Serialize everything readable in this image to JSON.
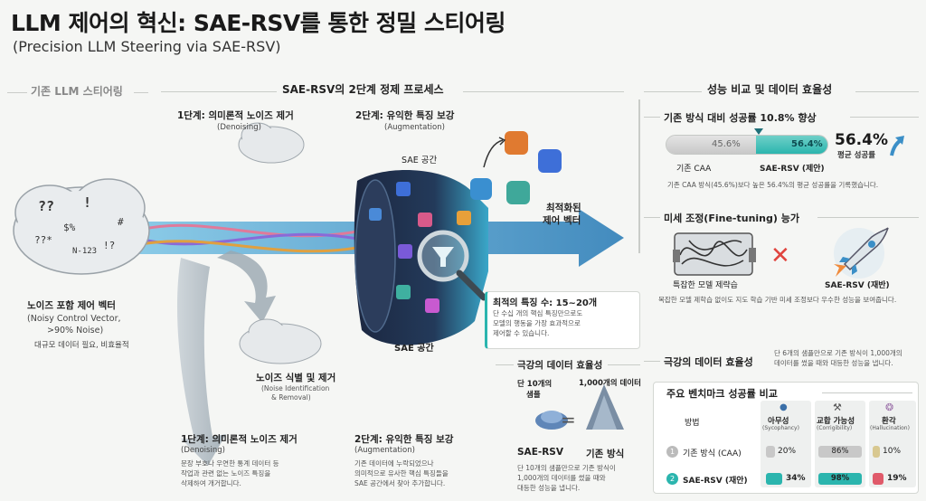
{
  "title": "LLM 제어의 혁신: SAE-RSV를 통한 정밀 스티어링",
  "subtitle": "(Precision LLM Steering via SAE-RSV)",
  "left": {
    "heading": "기존 LLM 스티어링",
    "noise_vector_label": "노이즈 포함 제어 벡터",
    "noise_vector_en_1": "(Noisy Control Vector,",
    "noise_vector_en_2": ">90% Noise)",
    "noise_vector_desc": "대규모 데이터 필요, 비효율적"
  },
  "middle": {
    "heading": "SAE-RSV의 2단계 정제 프로세스",
    "step1_top_title": "1단계: 의미론적 노이즈 제거",
    "step1_top_en": "(Denoising)",
    "step2_top_title": "2단계: 유익한 특징 보강",
    "step2_top_en": "(Augmentation)",
    "sae_space_top": "SAE 공간",
    "sae_space_bottom": "SAE 공간",
    "optimized_label_1": "최적화된",
    "optimized_label_2": "제어 벡터",
    "noise_id_title": "노이즈 식별 및 제거",
    "noise_id_en_1": "(Noise Identification",
    "noise_id_en_2": "& Removal)",
    "feature_count_title": "최적의 특징 수: 15~20개",
    "feature_count_desc_1": "단 수십 개의 핵심 특징만으로도",
    "feature_count_desc_2": "모델의 행동을 가장 효과적으로",
    "feature_count_desc_3": "제어할 수 있습니다.",
    "step1_bottom_title": "1단계: 의미론적 노이즈 제거",
    "step1_bottom_en": "(Denoising)",
    "step1_bottom_desc_1": "문장 부호나 우연한 통계 데이터 등",
    "step1_bottom_desc_2": "작업과 관련 없는 노이즈 특징을",
    "step1_bottom_desc_3": "삭제하여 개거합니다.",
    "step2_bottom_title": "2단계: 유익한 특징 보강",
    "step2_bottom_en": "(Augmentation)",
    "step2_bottom_desc_1": "기존 데이터에 누락되었으나",
    "step2_bottom_desc_2": "의미적으로 유사한 핵심 특징들을",
    "step2_bottom_desc_3": "SAE 공간에서 찾아 추가합니다.",
    "data_eff_heading": "극강의 데이터 효율성",
    "ten_samples_1": "단 10개의",
    "ten_samples_2": "샘플",
    "thousand_data": "1,000개의 데이터",
    "equals": "=",
    "sae_rsv_label": "SAE-RSV",
    "baseline_label": "기존 방식",
    "data_eff_desc_1": "단 10개의 샘플만으로 기존 방식이",
    "data_eff_desc_2": "1,000개의 데이터를 썼을 때와",
    "data_eff_desc_3": "대등한 성능을 냅니다."
  },
  "right": {
    "heading": "성능 비교 및 데이터 효율성",
    "success_heading": "기존 방식 대비 성공률 10.8% 향상",
    "bar_baseline_value": "45.6%",
    "bar_sae_value": "56.4%",
    "bar_baseline_pct": 45.6,
    "bar_sae_pct": 56.4,
    "big_value": "56.4%",
    "big_value_sub": "평균 성공률",
    "bar_label_baseline": "기존 CAA",
    "bar_label_sae": "SAE-RSV (제안)",
    "success_desc": "기존 CAA 방식(45.6%)보다 높은 56.4%의 평균 성공률을 기록했습니다.",
    "finetune_heading": "미세 조정(Fine-tuning) 능가",
    "finetune_left_label": "특잡한 모델 제략습",
    "finetune_right_label": "SAE-RSV (재반)",
    "finetune_desc": "복잡한 모델 제학습 없이도 지도 학습 기반 미세 조정보다 우수한 성능을 보여줍니다.",
    "data_eff_heading": "극강의 데이터 효율성",
    "data_eff_desc_1": "단 6개의 샘플만으로 기존 방식이 1,000개의",
    "data_eff_desc_2": "데이터를 썼을 때와 대등한 성능을 냅니다.",
    "bench": {
      "heading": "주요 벤치마크 성공률 비교",
      "col_method": "방법",
      "col1_ko": "아무성",
      "col1_en": "(Sycophancy)",
      "col2_ko": "교합 가능성",
      "col2_en": "(Corrigibility)",
      "col3_ko": "환각",
      "col3_en": "(Hallucination)",
      "rows": [
        {
          "num": "1",
          "method": "기존 방식 (CAA)",
          "v1": "20%",
          "v2": "86%",
          "v3": "10%"
        },
        {
          "num": "2",
          "method": "SAE-RSV (재안)",
          "v1": "34%",
          "v2": "98%",
          "v3": "19%"
        }
      ]
    }
  },
  "colors": {
    "teal": "#2bb5ae",
    "dark_teal": "#1f6f78",
    "arrow_blue": "#3b8fc7",
    "red_x": "#e0443e"
  },
  "cloud_text": [
    "??",
    "!",
    "$%",
    "#",
    "??*",
    "!?",
    "N-123"
  ]
}
